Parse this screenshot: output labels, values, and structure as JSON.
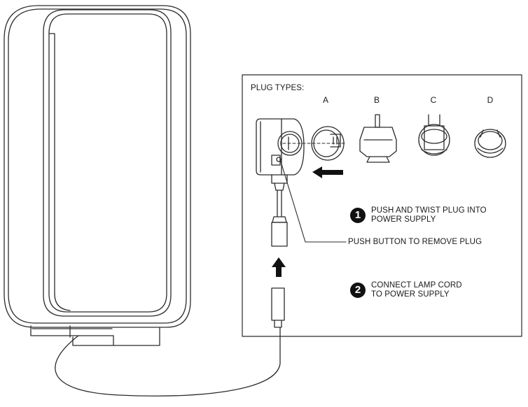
{
  "panel": {
    "heading": "PLUG TYPES:",
    "plug_types": [
      "A",
      "B",
      "C",
      "D"
    ]
  },
  "steps": [
    {
      "number": "1",
      "text_line1": "PUSH AND TWIST PLUG INTO",
      "text_line2": "POWER SUPPLY"
    },
    {
      "number": "2",
      "text_line1": "CONNECT LAMP CORD",
      "text_line2": "TO POWER SUPPLY"
    }
  ],
  "callout": {
    "button_text": "PUSH BUTTON TO REMOVE PLUG"
  },
  "colors": {
    "line": "#2b2b2b",
    "badge": "#111111",
    "background": "#ffffff"
  }
}
